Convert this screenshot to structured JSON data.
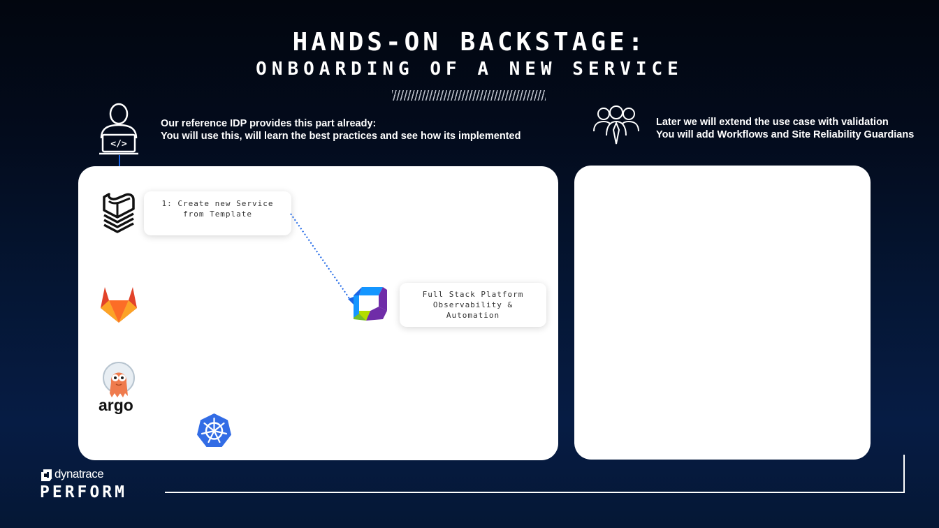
{
  "slide": {
    "title_line1": "HANDS-ON BACKSTAGE:",
    "title_line2": "ONBOARDING OF A NEW SERVICE"
  },
  "left_caption": {
    "line1": "Our reference IDP provides this part already:",
    "line2": "You will use this, will learn the best practices and see how its implemented"
  },
  "right_caption": {
    "line1": "Later we will extend the use case with validation",
    "line2": "You will add Workflows and Site Reliability Guardians"
  },
  "notes": {
    "step1_line1": "1: Create new Service",
    "step1_line2": "from Template",
    "step2_line1": "Full Stack Platform",
    "step2_line2": "Observability &",
    "step2_line3": "Automation"
  },
  "logos": {
    "argo_text": "argo",
    "developer_icon": "developer-laptop-icon",
    "team_icon": "team-people-icon",
    "backstage_icon": "backstage-icon",
    "gitlab_icon": "gitlab-icon",
    "argo_icon": "argo-icon",
    "kubernetes_icon": "kubernetes-icon",
    "dynatrace_icon": "dynatrace-icon"
  },
  "branding": {
    "company": "dynatrace",
    "event": "PERFORM"
  },
  "colors": {
    "background": "#030b1c",
    "panel": "#ffffff",
    "arrow_blue": "#1a64e6",
    "gitlab_orange": "#e2432a",
    "kubernetes_blue": "#326ce5",
    "argo_orange": "#ef7b4d"
  }
}
